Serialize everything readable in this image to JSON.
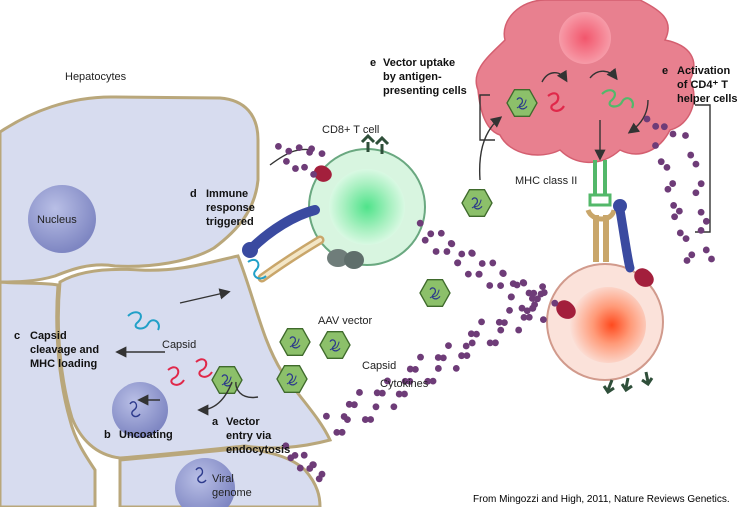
{
  "labels": {
    "hepatocytes": "Hepatocytes",
    "nucleus": "Nucleus",
    "cd8": "CD8+ T cell",
    "d_letter": "d",
    "d_line1": "Immune",
    "d_line2": "response",
    "d_line3": "triggered",
    "e1_letter": "e",
    "e1_line1": "Vector uptake",
    "e1_line2": "by antigen-",
    "e1_line3": "presenting cells",
    "e2_letter": "e",
    "e2_line1": "Activation",
    "e2_line2": "of CD4⁺ T",
    "e2_line3": "helper cells",
    "mhc2": "MHC class II",
    "aav": "AAV vector",
    "capsid_right": "Capsid",
    "capsid_left": "Capsid",
    "c_letter": "c",
    "c_line1": "Capsid",
    "c_line2": "cleavage and",
    "c_line3": "MHC loading",
    "b_letter": "b",
    "b_text": "Uncoating",
    "a_letter": "a",
    "a_line1": "Vector",
    "a_line2": "entry via",
    "a_line3": "endocytosis",
    "cytokines": "Cytokines",
    "viral1": "Viral",
    "viral2": "genome",
    "credit": "From Mingozzi and High, 2011, Nature Reviews Genetics."
  },
  "colors": {
    "hepatocyte_fill": "#d7dcef",
    "hepatocyte_border": "#b9a77b",
    "nucleus": "#8e96cf",
    "capsid": "#8cc06a",
    "cytokine": "#6e3c78",
    "apc": "#e8808f",
    "cd8_fill": "#c8f0d4",
    "cd4_fill": "#f7c3b8"
  }
}
